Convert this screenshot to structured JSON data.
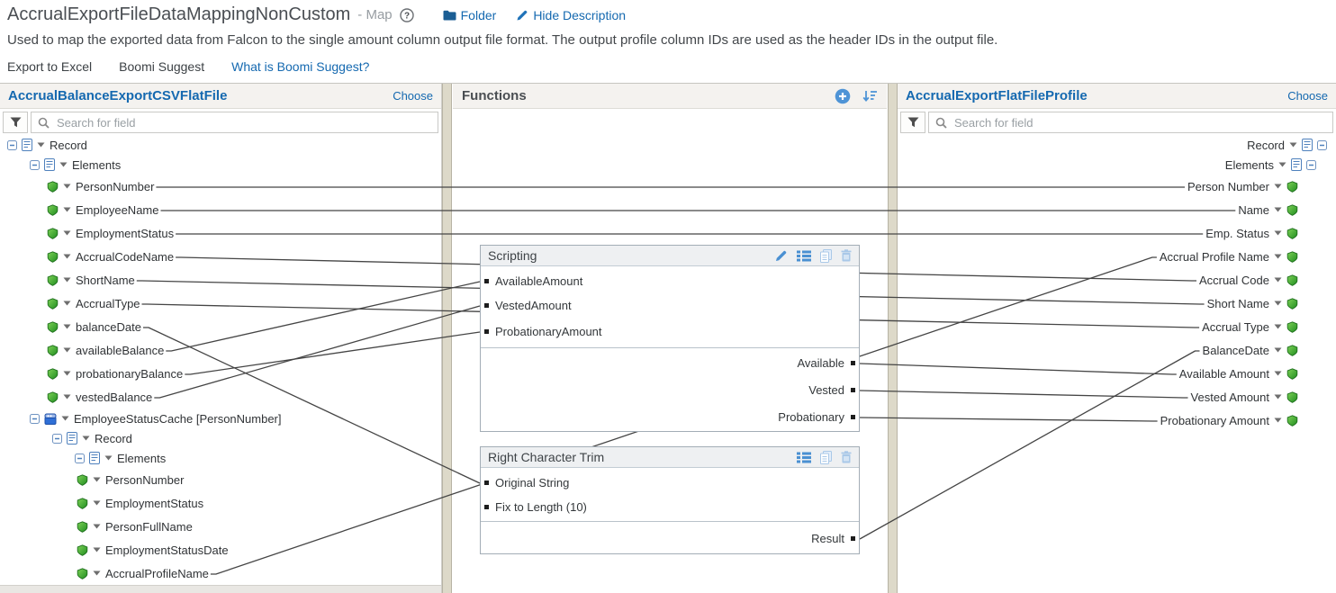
{
  "header": {
    "title": "AccrualExportFileDataMappingNonCustom",
    "subtitle": "- Map",
    "folder_label": "Folder",
    "hide_description_label": "Hide Description",
    "description": "Used to map the exported data from Falcon to the single amount column output file format. The output profile column IDs are used as the header IDs in the output file."
  },
  "toolbar": {
    "export_label": "Export to Excel",
    "suggest_label": "Boomi Suggest",
    "what_is_label": "What is Boomi Suggest?"
  },
  "left_panel": {
    "title": "AccrualBalanceExportCSVFlatFile",
    "choose_label": "Choose",
    "search_placeholder": "Search for field",
    "tree": [
      {
        "label": "Record",
        "type": "record",
        "level": 0
      },
      {
        "label": "Elements",
        "type": "record",
        "level": 1
      },
      {
        "id": "L.PersonNumber",
        "label": "PersonNumber",
        "type": "leaf",
        "level": 2
      },
      {
        "id": "L.EmployeeName",
        "label": "EmployeeName",
        "type": "leaf",
        "level": 2
      },
      {
        "id": "L.EmploymentStatus",
        "label": "EmploymentStatus",
        "type": "leaf",
        "level": 2
      },
      {
        "id": "L.AccrualCodeName",
        "label": "AccrualCodeName",
        "type": "leaf",
        "level": 2
      },
      {
        "id": "L.ShortName",
        "label": "ShortName",
        "type": "leaf",
        "level": 2
      },
      {
        "id": "L.AccrualType",
        "label": "AccrualType",
        "type": "leaf",
        "level": 2
      },
      {
        "id": "L.balanceDate",
        "label": "balanceDate",
        "type": "leaf",
        "level": 2
      },
      {
        "id": "L.availableBalance",
        "label": "availableBalance",
        "type": "leaf",
        "level": 2
      },
      {
        "id": "L.probationaryBalance",
        "label": "probationaryBalance",
        "type": "leaf",
        "level": 2
      },
      {
        "id": "L.vestedBalance",
        "label": "vestedBalance",
        "type": "leaf",
        "level": 2
      },
      {
        "label": "EmployeeStatusCache [PersonNumber]",
        "type": "cache",
        "level": 1
      },
      {
        "label": "Record",
        "type": "record",
        "level": 2
      },
      {
        "label": "Elements",
        "type": "record",
        "level": 3
      },
      {
        "label": "PersonNumber",
        "type": "leaf",
        "level": 4
      },
      {
        "label": "EmploymentStatus",
        "type": "leaf",
        "level": 4
      },
      {
        "label": "PersonFullName",
        "type": "leaf",
        "level": 4
      },
      {
        "label": "EmploymentStatusDate",
        "type": "leaf",
        "level": 4
      },
      {
        "id": "L.AccrualProfileName",
        "label": "AccrualProfileName",
        "type": "leaf",
        "level": 4
      }
    ]
  },
  "functions_panel": {
    "title": "Functions",
    "boxes": [
      {
        "title": "Scripting",
        "icons": [
          "edit",
          "list",
          "copy",
          "trash"
        ],
        "inputs": [
          {
            "id": "F1.in.AvailableAmount",
            "label": "AvailableAmount"
          },
          {
            "id": "F1.in.VestedAmount",
            "label": "VestedAmount"
          },
          {
            "id": "F1.in.ProbationaryAmount",
            "label": "ProbationaryAmount"
          }
        ],
        "outputs": [
          {
            "id": "F1.out.Available",
            "label": "Available"
          },
          {
            "id": "F1.out.Vested",
            "label": "Vested"
          },
          {
            "id": "F1.out.Probationary",
            "label": "Probationary"
          }
        ]
      },
      {
        "title": "Right Character Trim",
        "icons": [
          "list",
          "copy",
          "trash"
        ],
        "inputs": [
          {
            "id": "F2.in.OriginalString",
            "label": "Original String"
          },
          {
            "id": "F2.in.FixToLength",
            "label": "Fix to Length (10)"
          }
        ],
        "outputs": [
          {
            "id": "F2.out.Result",
            "label": "Result"
          }
        ]
      }
    ]
  },
  "right_panel": {
    "title": "AccrualExportFlatFileProfile",
    "choose_label": "Choose",
    "search_placeholder": "Search for field",
    "tree": [
      {
        "label": "Record",
        "type": "record",
        "level": 0
      },
      {
        "label": "Elements",
        "type": "record",
        "level": 1
      },
      {
        "id": "R.PersonNumber",
        "label": "Person Number",
        "type": "leaf",
        "level": 2
      },
      {
        "id": "R.Name",
        "label": "Name",
        "type": "leaf",
        "level": 2
      },
      {
        "id": "R.EmpStatus",
        "label": "Emp. Status",
        "type": "leaf",
        "level": 2
      },
      {
        "id": "R.AccrualProfileName",
        "label": "Accrual Profile Name",
        "type": "leaf",
        "level": 2
      },
      {
        "id": "R.AccrualCode",
        "label": "Accrual Code",
        "type": "leaf",
        "level": 2
      },
      {
        "id": "R.ShortName",
        "label": "Short Name",
        "type": "leaf",
        "level": 2
      },
      {
        "id": "R.AccrualType",
        "label": "Accrual Type",
        "type": "leaf",
        "level": 2
      },
      {
        "id": "R.BalanceDate",
        "label": "BalanceDate",
        "type": "leaf",
        "level": 2
      },
      {
        "id": "R.AvailableAmount",
        "label": "Available Amount",
        "type": "leaf",
        "level": 2
      },
      {
        "id": "R.VestedAmount",
        "label": "Vested Amount",
        "type": "leaf",
        "level": 2
      },
      {
        "id": "R.ProbationaryAmount",
        "label": "Probationary Amount",
        "type": "leaf",
        "level": 2
      }
    ]
  },
  "connections": [
    {
      "from": "L.PersonNumber",
      "to": "R.PersonNumber"
    },
    {
      "from": "L.EmployeeName",
      "to": "R.Name"
    },
    {
      "from": "L.EmploymentStatus",
      "to": "R.EmpStatus"
    },
    {
      "from": "L.AccrualCodeName",
      "to": "R.AccrualCode"
    },
    {
      "from": "L.ShortName",
      "to": "R.ShortName"
    },
    {
      "from": "L.AccrualType",
      "to": "R.AccrualType"
    },
    {
      "from": "L.balanceDate",
      "to": "F2.in.OriginalString"
    },
    {
      "from": "L.availableBalance",
      "to": "F1.in.AvailableAmount"
    },
    {
      "from": "L.probationaryBalance",
      "to": "F1.in.ProbationaryAmount"
    },
    {
      "from": "L.vestedBalance",
      "to": "F1.in.VestedAmount"
    },
    {
      "from": "L.AccrualProfileName",
      "to": "R.AccrualProfileName"
    },
    {
      "from": "F1.out.Available",
      "to": "R.AvailableAmount"
    },
    {
      "from": "F1.out.Vested",
      "to": "R.VestedAmount"
    },
    {
      "from": "F1.out.Probationary",
      "to": "R.ProbationaryAmount"
    },
    {
      "from": "F2.out.Result",
      "to": "R.BalanceDate"
    }
  ],
  "colors": {
    "link_blue": "#1569b0",
    "line": "#454545",
    "shield_green": "#2f9e2f",
    "icon_blue": "#4a90d2",
    "icon_light_blue": "#a9c8e8",
    "divider_beige": "#ddd9c9",
    "panel_header_bg": "#f4f2ef"
  }
}
